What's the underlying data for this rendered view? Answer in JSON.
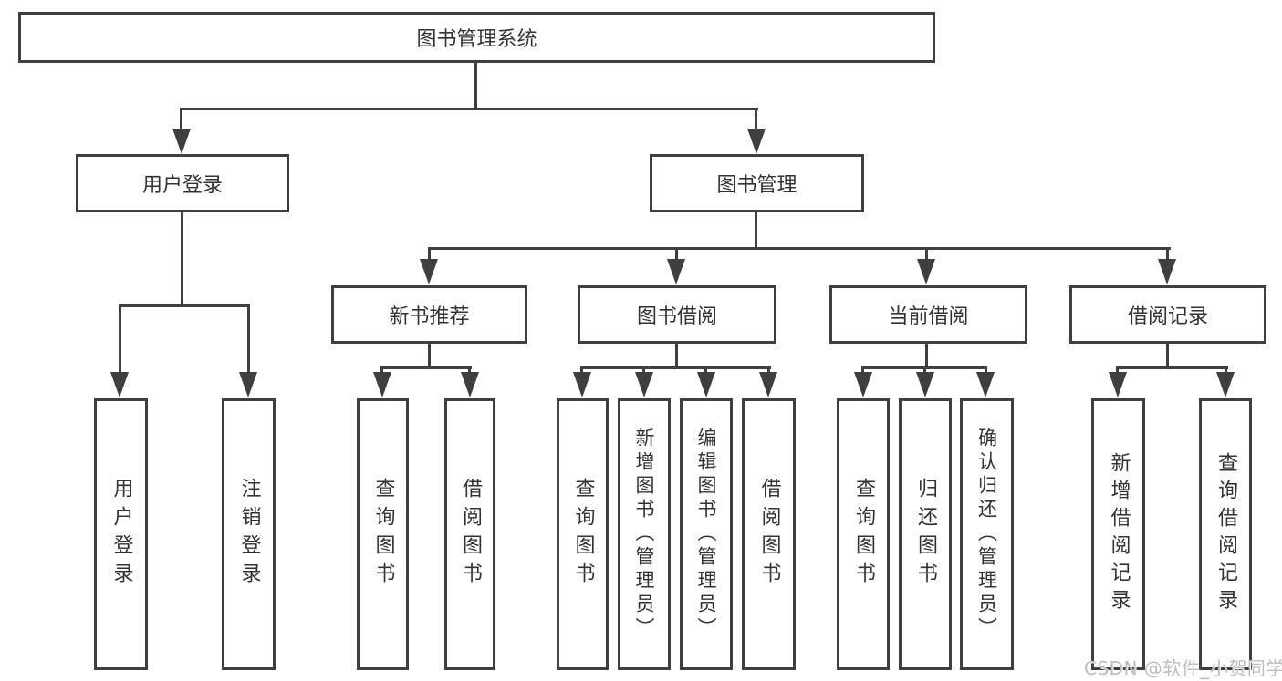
{
  "nodes": {
    "root": "图书管理系统",
    "user_login": "用户登录",
    "book_management": "图书管理",
    "new_book_recommend": "新书推荐",
    "book_borrowing": "图书借阅",
    "current_borrowing": "当前借阅",
    "borrow_records": "借阅记录",
    "leaf_user_login": "用户登录",
    "leaf_logout": "注销登录",
    "leaf_query_book_1": "查询图书",
    "leaf_borrow_book_1": "借阅图书",
    "leaf_query_book_2": "查询图书",
    "leaf_add_book_admin": "新增图书（管理员）",
    "leaf_edit_book_admin": "编辑图书（管理员）",
    "leaf_borrow_book_2": "借阅图书",
    "leaf_query_book_3": "查询图书",
    "leaf_return_book": "归还图书",
    "leaf_confirm_return_admin": "确认归还（管理员）",
    "leaf_add_borrow_record": "新增借阅记录",
    "leaf_query_borrow_record": "查询借阅记录"
  },
  "hierarchy": {
    "图书管理系统": {
      "用户登录": [
        "用户登录",
        "注销登录"
      ],
      "图书管理": {
        "新书推荐": [
          "查询图书",
          "借阅图书"
        ],
        "图书借阅": [
          "查询图书",
          "新增图书（管理员）",
          "编辑图书（管理员）",
          "借阅图书"
        ],
        "当前借阅": [
          "查询图书",
          "归还图书",
          "确认归还（管理员）"
        ],
        "借阅记录": [
          "新增借阅记录",
          "查询借阅记录"
        ]
      }
    }
  },
  "watermark": {
    "text": "CSDN @软件_小贺同学"
  },
  "colors": {
    "line": "#3F3F3F",
    "text": "#333333",
    "background": "#FFFFFF",
    "watermark": "#BDBDBD"
  }
}
